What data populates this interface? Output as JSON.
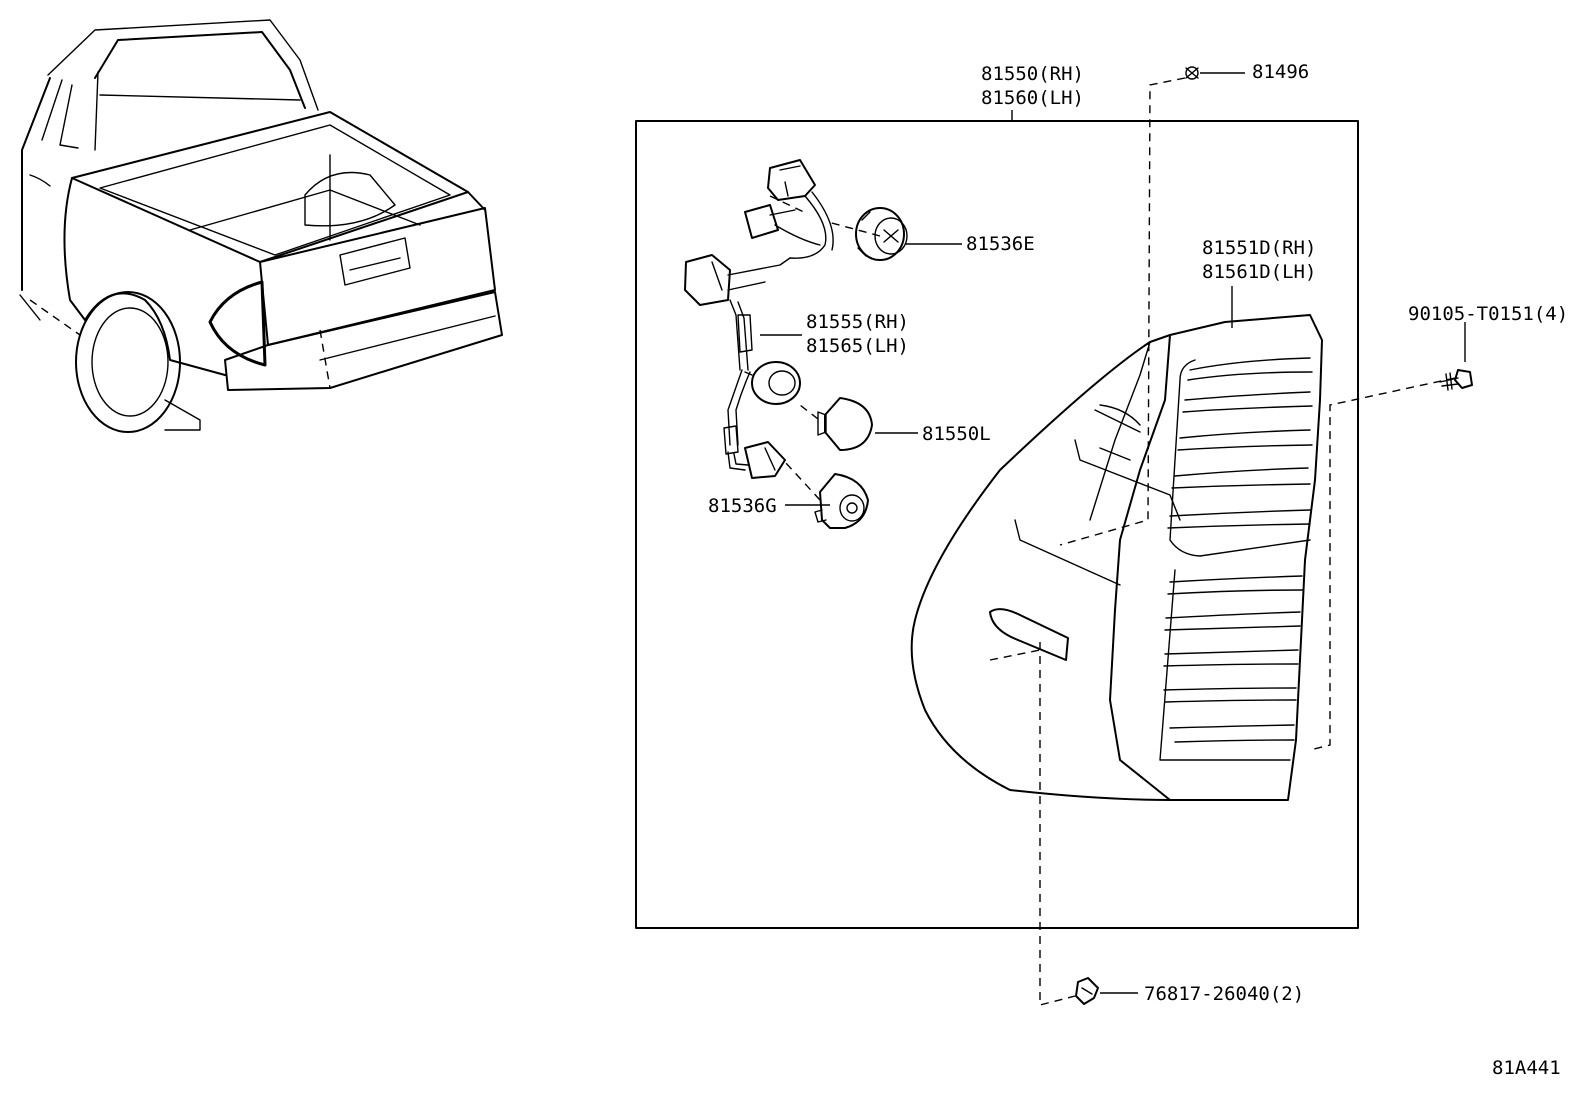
{
  "callouts": {
    "assy_rh": "81550(RH)",
    "assy_lh": "81560(LH)",
    "clip_top": "81496",
    "socket_e": "81536E",
    "lens_rh": "81551D(RH)",
    "lens_lh": "81561D(LH)",
    "screw": "90105-T0151(4)",
    "wire_rh": "81555(RH)",
    "wire_lh": "81565(LH)",
    "bulb": "81550L",
    "socket_g": "81536G",
    "clip_bottom": "76817-26040(2)"
  },
  "figure_code": "81A441"
}
